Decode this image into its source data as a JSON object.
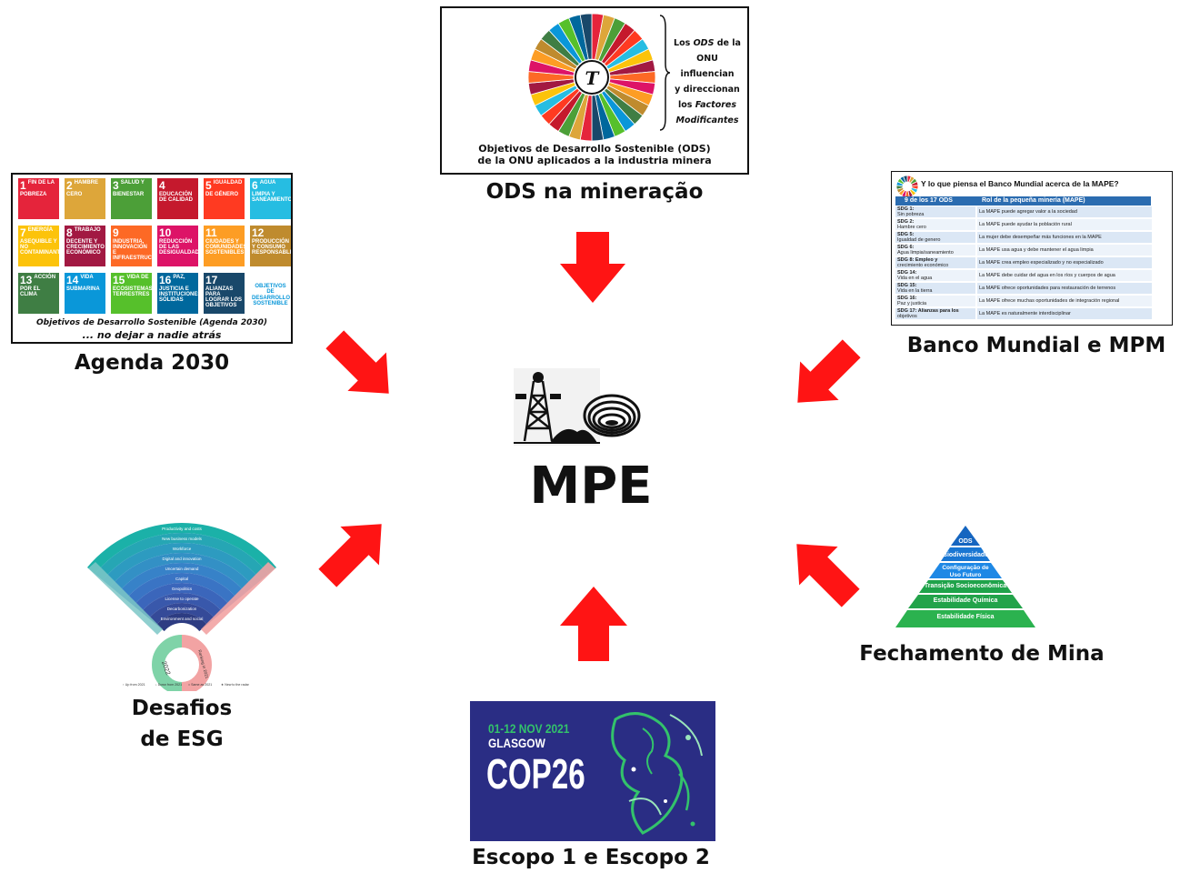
{
  "center": {
    "label": "MPE"
  },
  "nodes": {
    "ods": {
      "label": "ODS na mineração",
      "side_text": [
        "Los",
        "ODS",
        "de la",
        "ONU influencian",
        "y direccionan",
        "los",
        "Factores",
        "Modificantes"
      ],
      "caption_1": "Objetivos de Desarrollo Sostenible (ODS)",
      "caption_2": "de la ONU aplicados a la industria minera"
    },
    "agenda": {
      "label": "Agenda 2030",
      "caption_1": "Objetivos de Desarrollo Sostenible (Agenda 2030)",
      "caption_2": "... no dejar a nadie atrás",
      "tiles": [
        {
          "n": "1",
          "t": "FIN DE LA POBREZA",
          "c": "#e5243b"
        },
        {
          "n": "2",
          "t": "HAMBRE CERO",
          "c": "#dda63a"
        },
        {
          "n": "3",
          "t": "SALUD Y BIENESTAR",
          "c": "#4c9f38"
        },
        {
          "n": "4",
          "t": "EDUCACIÓN DE CALIDAD",
          "c": "#c5192d"
        },
        {
          "n": "5",
          "t": "IGUALDAD DE GÉNERO",
          "c": "#ff3a21"
        },
        {
          "n": "6",
          "t": "AGUA LIMPIA Y SANEAMIENTO",
          "c": "#26bde2"
        },
        {
          "n": "7",
          "t": "ENERGÍA ASEQUIBLE Y NO CONTAMINANTE",
          "c": "#fcc30b"
        },
        {
          "n": "8",
          "t": "TRABAJO DECENTE Y CRECIMIENTO ECONÓMICO",
          "c": "#a21942"
        },
        {
          "n": "9",
          "t": "INDUSTRIA, INNOVACIÓN E INFRAESTRUCTURA",
          "c": "#fd6925"
        },
        {
          "n": "10",
          "t": "REDUCCIÓN DE LAS DESIGUALDADES",
          "c": "#dd1367"
        },
        {
          "n": "11",
          "t": "CIUDADES Y COMUNIDADES SOSTENIBLES",
          "c": "#fd9d24"
        },
        {
          "n": "12",
          "t": "PRODUCCIÓN Y CONSUMO RESPONSABLES",
          "c": "#bf8b2e"
        },
        {
          "n": "13",
          "t": "ACCIÓN POR EL CLIMA",
          "c": "#3f7e44"
        },
        {
          "n": "14",
          "t": "VIDA SUBMARINA",
          "c": "#0a97d9"
        },
        {
          "n": "15",
          "t": "VIDA DE ECOSISTEMAS TERRESTRES",
          "c": "#56c02b"
        },
        {
          "n": "16",
          "t": "PAZ, JUSTICIA E INSTITUCIONES SÓLIDAS",
          "c": "#00689d"
        },
        {
          "n": "17",
          "t": "ALIANZAS PARA LOGRAR LOS OBJETIVOS",
          "c": "#19486a"
        }
      ],
      "logo_text_1": "OBJETIVOS",
      "logo_text_2": "DE DESARROLLO",
      "logo_text_3": "SOSTENIBLE"
    },
    "banco": {
      "label": "Banco Mundial e MPM",
      "title": "Y lo que piensa el Banco Mundial acerca de la MAPE?",
      "col_1": "9 de los 17 ODS",
      "col_2": "Rol de la pequeña minería (MAPE)",
      "rows": [
        {
          "a": "SDG 1:",
          "a2": "Sin pobreza",
          "b": "La MAPE puede agregar valor a la sociedad"
        },
        {
          "a": "SDG 2:",
          "a2": "Hambre cero",
          "b": "La MAPE puede ayudar la población rural"
        },
        {
          "a": "SDG 5:",
          "a2": "Igualdad de genero",
          "b": "La mujer debe desempeñar más funciones en la MAPE"
        },
        {
          "a": "SDG 6:",
          "a2": "Agua limpia/saneamiento",
          "b": "La MAPE usa agua y debe mantener el agua limpia"
        },
        {
          "a": "SDG 8: Empleo y",
          "a2": "crecimiento económico",
          "b": "La MAPE crea empleo especializado y no especializado"
        },
        {
          "a": "SDG 14:",
          "a2": "Vida en el agua",
          "b": "La MAPE debe cuidar del agua en los ríos y cuerpos de agua"
        },
        {
          "a": "SDG 15:",
          "a2": "Vida en la tierra",
          "b": "La MAPE ofrece oportunidades para restauración de terrenos"
        },
        {
          "a": "SDG 16:",
          "a2": "Paz y justicia",
          "b": "La MAPE ofrece muchas oportunidades de integración regional"
        },
        {
          "a": "SDG 17: Alianzas para los",
          "a2": "objetivos",
          "b": "La MAPE es naturalmente interdisciplinar"
        }
      ]
    },
    "esg": {
      "label_1": "Desafios",
      "label_2": "de ESG",
      "bands": [
        "Productivity and costs",
        "New business models",
        "Workforce",
        "Digital and innovation",
        "Uncertain demand",
        "Capital",
        "Geopolitics",
        "License to operate",
        "Decarbonization",
        "Environment and social"
      ],
      "left_year": "2022",
      "right_year": "Ranking in 2021",
      "legend": [
        "Up from 2021",
        "Down from 2021",
        "Same as 2021",
        "New to the radar"
      ]
    },
    "cop": {
      "label": "Escopo 1 e Escopo 2",
      "date": "01-12 NOV 2021",
      "city": "GLASGOW",
      "name": "COP26"
    },
    "fechamento": {
      "label": "Fechamento de Mina",
      "levels": [
        "ODS",
        "Biodiversidade",
        "Configuração de Uso Futuro",
        "Transição Socioeconômica",
        "Estabilidade Química",
        "Estabilidade Física"
      ]
    }
  },
  "colors": {
    "arrow": "#ff1414",
    "cop_bg": "#2a2d84",
    "cop_green": "#33c26b",
    "bm_header": "#2b6cb0",
    "pyr_top": "#1565c0",
    "pyr_bottom": "#22a34a"
  }
}
